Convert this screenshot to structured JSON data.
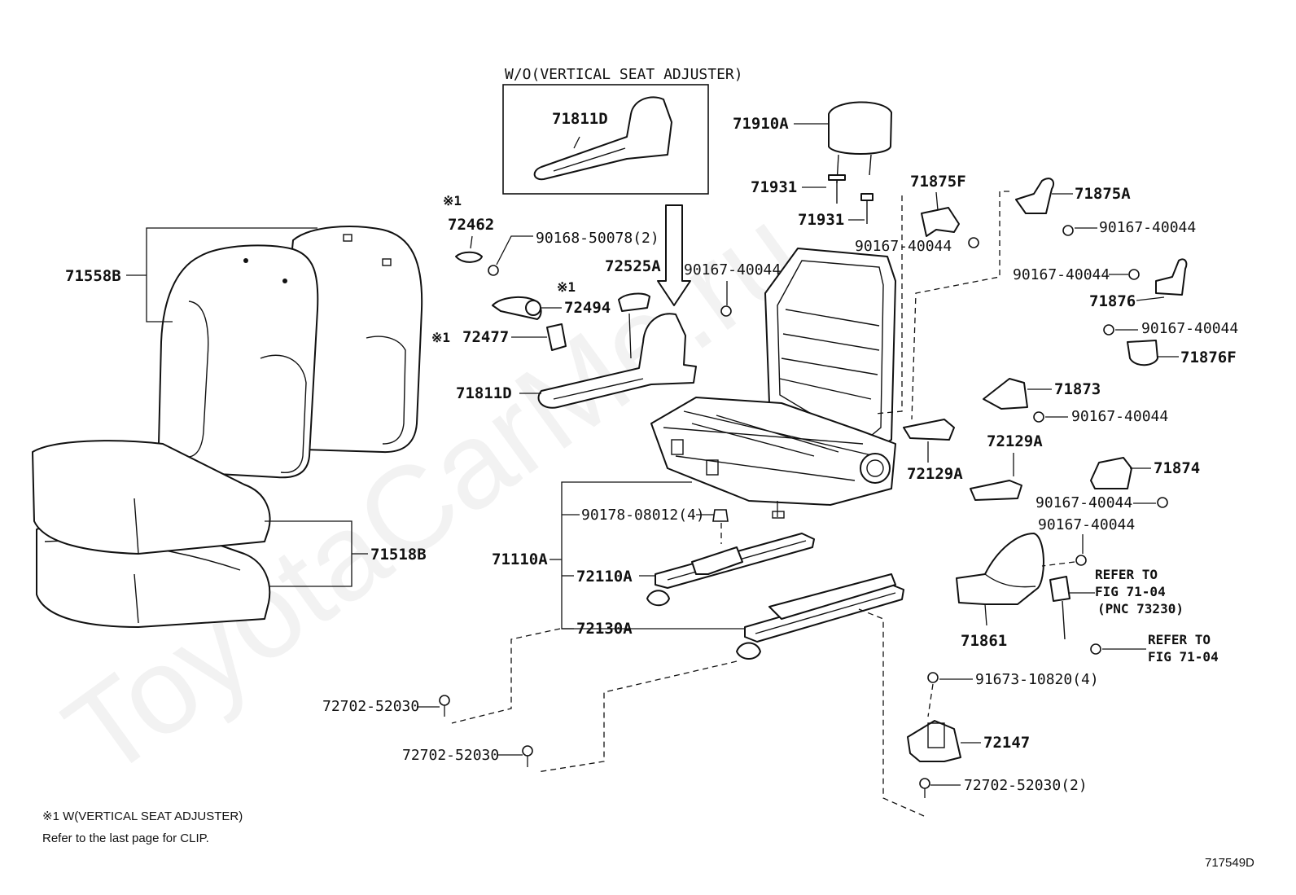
{
  "watermark": "ToyotaCarMe.ru",
  "inset": {
    "title": "W/O(VERTICAL SEAT ADJUSTER)",
    "part": "71811D"
  },
  "labels": {
    "l71558B": "71558B",
    "l71518B": "71518B",
    "m1_a": "※1",
    "l72462": "72462",
    "l90168": "90168-50078(2)",
    "l72525A": "72525A",
    "m1_b": "※1",
    "l72494": "72494",
    "m1_c": "※1",
    "l72477": "72477",
    "l71811D": "71811D",
    "l90167_seat": "90167-40044",
    "l71910A": "71910A",
    "l71931_a": "71931",
    "l71931_b": "71931",
    "l71875F": "71875F",
    "l90167_f": "90167-40044",
    "l71875A": "71875A",
    "l90167_a": "90167-40044",
    "l90167_76": "90167-40044",
    "l71876": "71876",
    "l90167_76f": "90167-40044",
    "l71876F": "71876F",
    "l71873": "71873",
    "l90167_73": "90167-40044",
    "l72129A_a": "72129A",
    "l72129A_b": "72129A",
    "l71874": "71874",
    "l90167_74": "90167-40044",
    "l90167_61": "90167-40044",
    "l90178": "90178-08012(4)",
    "l71110A": "71110A",
    "l72110A": "72110A",
    "l72130A": "72130A",
    "refer1_1": "REFER TO",
    "refer1_2": "FIG 71-04",
    "refer1_3": "(PNC 73230)",
    "l71861": "71861",
    "refer2_1": "REFER TO",
    "refer2_2": "FIG 71-04",
    "l91673": "91673-10820(4)",
    "l72702_a": "72702-52030",
    "l72702_b": "72702-52030",
    "l72147": "72147",
    "l72702_c": "72702-52030(2)"
  },
  "footnote": {
    "line1": "※1 W(VERTICAL SEAT ADJUSTER)",
    "line2": "Refer to the last page for CLIP."
  },
  "figure_id": "717549D"
}
